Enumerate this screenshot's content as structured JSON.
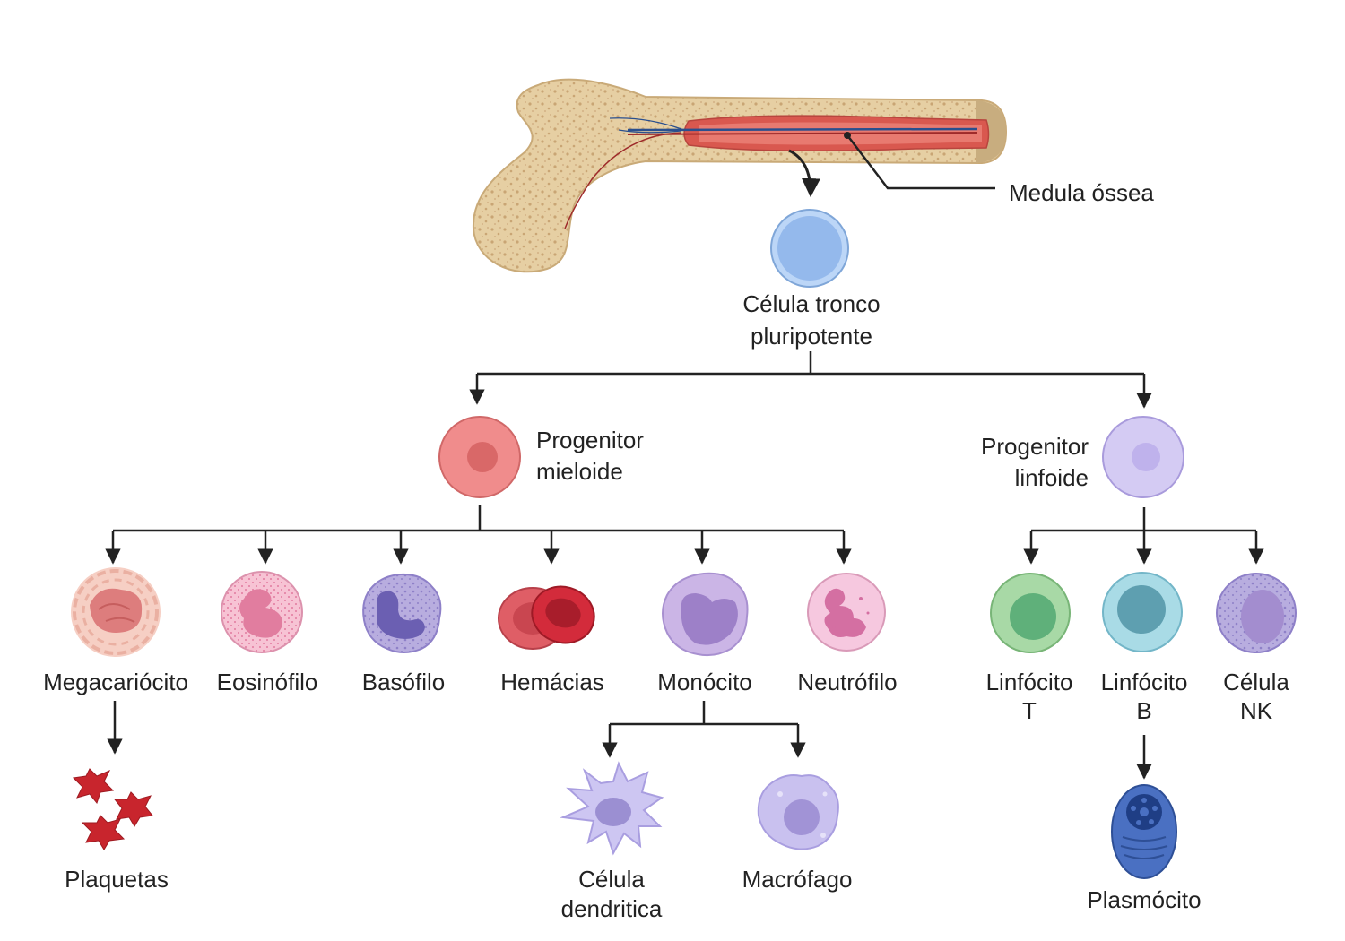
{
  "labels": {
    "bone_marrow": "Medula óssea",
    "stem_cell_line1": "Célula tronco",
    "stem_cell_line2": "pluripotente",
    "myeloid_line1": "Progenitor",
    "myeloid_line2": "mieloide",
    "lymphoid_line1": "Progenitor",
    "lymphoid_line2": "linfoide",
    "megakaryocyte": "Megacariócito",
    "eosinophil": "Eosinófilo",
    "basophil": "Basófilo",
    "erythrocytes": "Hemácias",
    "monocyte": "Monócito",
    "neutrophil": "Neutrófilo",
    "t_cell_line1": "Linfócito",
    "t_cell_line2": "T",
    "b_cell_line1": "Linfócito",
    "b_cell_line2": "B",
    "nk_cell_line1": "Célula",
    "nk_cell_line2": "NK",
    "platelets": "Plaquetas",
    "dendritic_line1": "Célula",
    "dendritic_line2": "dendritica",
    "macrophage": "Macrófago",
    "plasma_cell": "Plasmócito"
  },
  "colors": {
    "bone": "#e8d3ac",
    "bone_outline": "#c9aa78",
    "marrow": "#d9584f",
    "stem_cell": "#9cc0ee",
    "myeloid": "#f08c8c",
    "lymphoid": "#cfc6f2",
    "eosinophil": "#f7c3d4",
    "basophil": "#b3a7de",
    "erythrocyte": "#d32b3b",
    "monocyte": "#cbb5e6",
    "neutrophil": "#f6c8df",
    "t_cell": "#a8d9a6",
    "b_cell": "#9fd3e0",
    "nk_cell": "#cbc3ee",
    "platelet": "#c8252d",
    "plasma_cell": "#3d63b1",
    "arrow": "#222222"
  },
  "icons": [
    "femur-bone",
    "stem-cell",
    "myeloid-progenitor-cell",
    "lymphoid-progenitor-cell",
    "megakaryocyte-cell",
    "eosinophil-cell",
    "basophil-cell",
    "erythrocyte-cells",
    "monocyte-cell",
    "neutrophil-cell",
    "t-lymphocyte-cell",
    "b-lymphocyte-cell",
    "nk-cell",
    "platelets",
    "dendritic-cell",
    "macrophage-cell",
    "plasma-cell"
  ]
}
